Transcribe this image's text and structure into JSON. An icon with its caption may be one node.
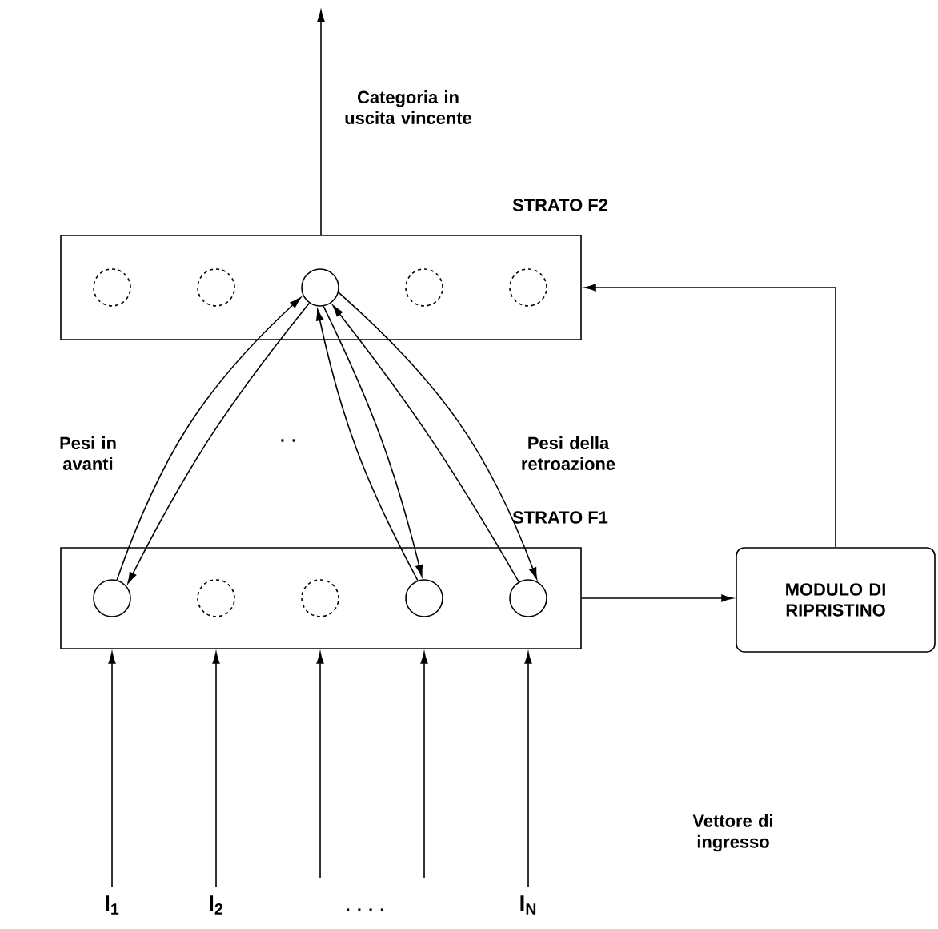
{
  "diagram": {
    "nodes": [
      {
        "text": [
          "STRATO F2"
        ]
      },
      {
        "text": [],
        "shape": "circle",
        "in": 0
      },
      {
        "text": [],
        "shape": "circle",
        "in": 0
      },
      {
        "text": [],
        "shape": "circle",
        "in": 0
      },
      {
        "text": [],
        "shape": "circle",
        "in": 0
      },
      {
        "text": [],
        "shape": "circle",
        "in": 0
      },
      {
        "text": [
          "STRATO F1"
        ]
      },
      {
        "text": [],
        "shape": "circle",
        "in": 6
      },
      {
        "text": [],
        "shape": "circle",
        "in": 6
      },
      {
        "text": [],
        "shape": "circle",
        "in": 6
      },
      {
        "text": [],
        "shape": "circle",
        "in": 6
      },
      {
        "text": [],
        "shape": "circle",
        "in": 6
      },
      {
        "text": [
          "MODULO DI RIPRISTINO"
        ]
      },
      {
        "text": [
          "I$_{1}$"
        ]
      },
      {
        "text": [
          "I$_{2}$"
        ]
      },
      {
        "text": [
          "I$_{N}$"
        ]
      }
    ],
    "edges": [
      {
        "from": 0,
        "to": null,
        "arrow": "to"
      },
      {
        "from": 7,
        "to": 3,
        "arrow": "to"
      },
      {
        "from": 3,
        "to": 7,
        "arrow": "to"
      },
      {
        "from": 10,
        "to": 3,
        "arrow": "to"
      },
      {
        "from": 3,
        "to": 10,
        "arrow": "to"
      },
      {
        "from": 11,
        "to": 3,
        "arrow": "to"
      },
      {
        "from": 3,
        "to": 11,
        "arrow": "to"
      },
      {
        "from": 6,
        "to": 12,
        "arrow": "to"
      },
      {
        "from": 12,
        "to": 0,
        "arrow": "to"
      },
      {
        "from": 13,
        "to": 6,
        "arrow": "to"
      },
      {
        "from": 14,
        "to": 6,
        "arrow": "to"
      },
      {
        "from": null,
        "to": 6,
        "arrow": "to"
      },
      {
        "from": null,
        "to": 6,
        "arrow": "to"
      },
      {
        "from": 15,
        "to": 6,
        "arrow": "to"
      }
    ],
    "labels": [
      "Categoria in uscita vincente",
      "Pesi in avanti",
      ". .",
      "Pesi della retroazione",
      "Vettore di ingresso",
      ". . . ."
    ]
  }
}
